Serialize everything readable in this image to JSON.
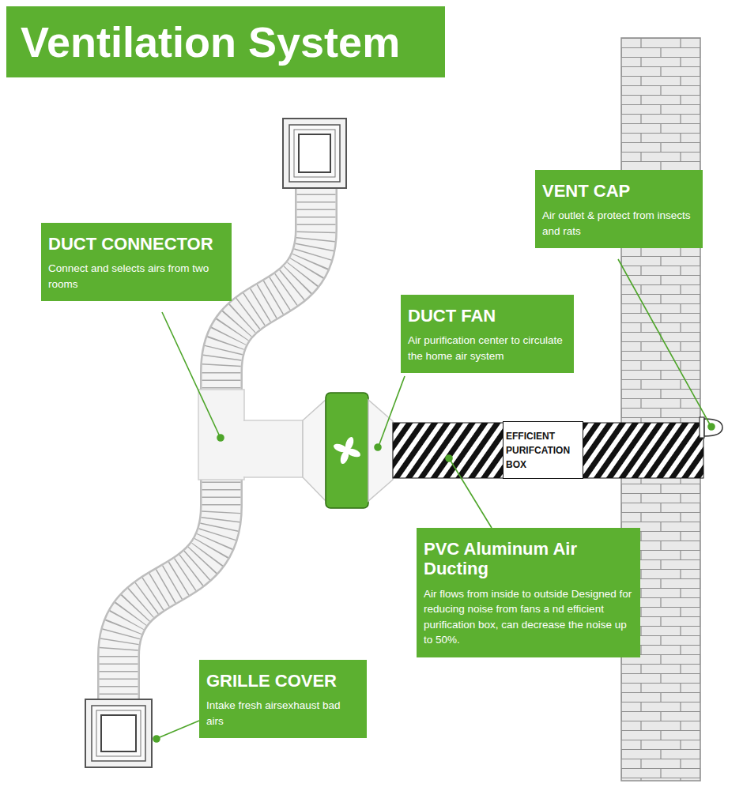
{
  "diagram": {
    "title": "Ventilation System",
    "nodes": [
      {
        "text": [
          "VENT CAP",
          "Air outlet & protect from insects and rats"
        ]
      },
      {
        "text": [
          "DUCT CONNECTOR",
          "Connect and selects airs from two rooms"
        ]
      },
      {
        "text": [
          "DUCT FAN",
          "Air purification center to circulate the home air system"
        ]
      },
      {
        "text": [
          "EFFICIENT PURIFCATION BOX"
        ]
      },
      {
        "text": [
          "PVC Aluminum Air Ducting",
          "Air flows from inside to outside Designed for reducing noise from fans a nd efficient purification box, can decrease the noise up to 50%."
        ]
      },
      {
        "text": [
          "GRILLE COVER",
          "Intake fresh airsexhaust bad airs"
        ]
      }
    ]
  }
}
